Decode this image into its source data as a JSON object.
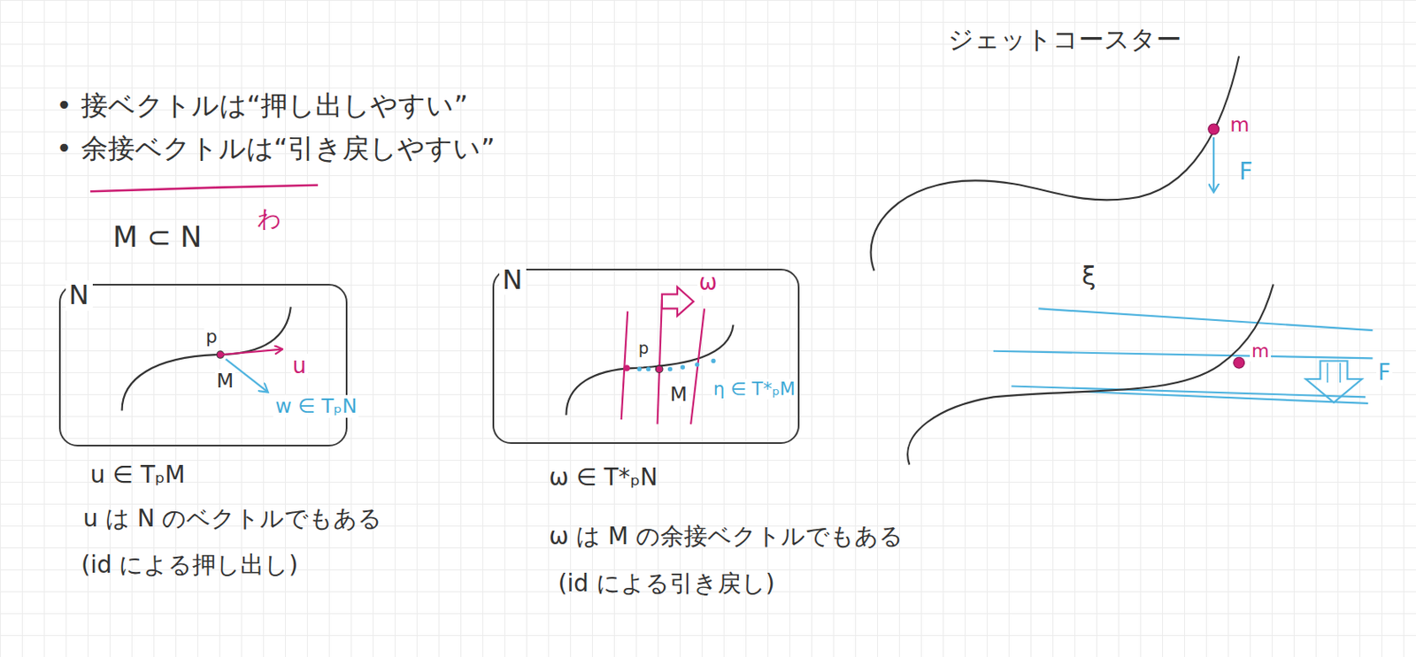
{
  "diagram": {
    "nodes": [
      {
        "text": [
          "N"
        ]
      },
      {
        "text": [
          "N"
        ]
      }
    ],
    "labels": [
      "• 接ベクトルは“押し出しやすい”",
      "• 余接ベクトルは“引き戻しやすい”",
      "M ⊂ N",
      "わ",
      "p",
      "M",
      "u",
      "w ∈ TₚN",
      "u ∈ TₚM",
      "u は N のベクトルでもある",
      "(id による押し出し)",
      "ω",
      "p",
      "M",
      "η ∈ T*ₚM",
      "ω ∈ T*ₚN",
      "ω は M の余接ベクトルでもある",
      "(id による引き戻し)",
      "ジェットコースター",
      "m",
      "F",
      "ξ",
      "m",
      "F"
    ]
  }
}
